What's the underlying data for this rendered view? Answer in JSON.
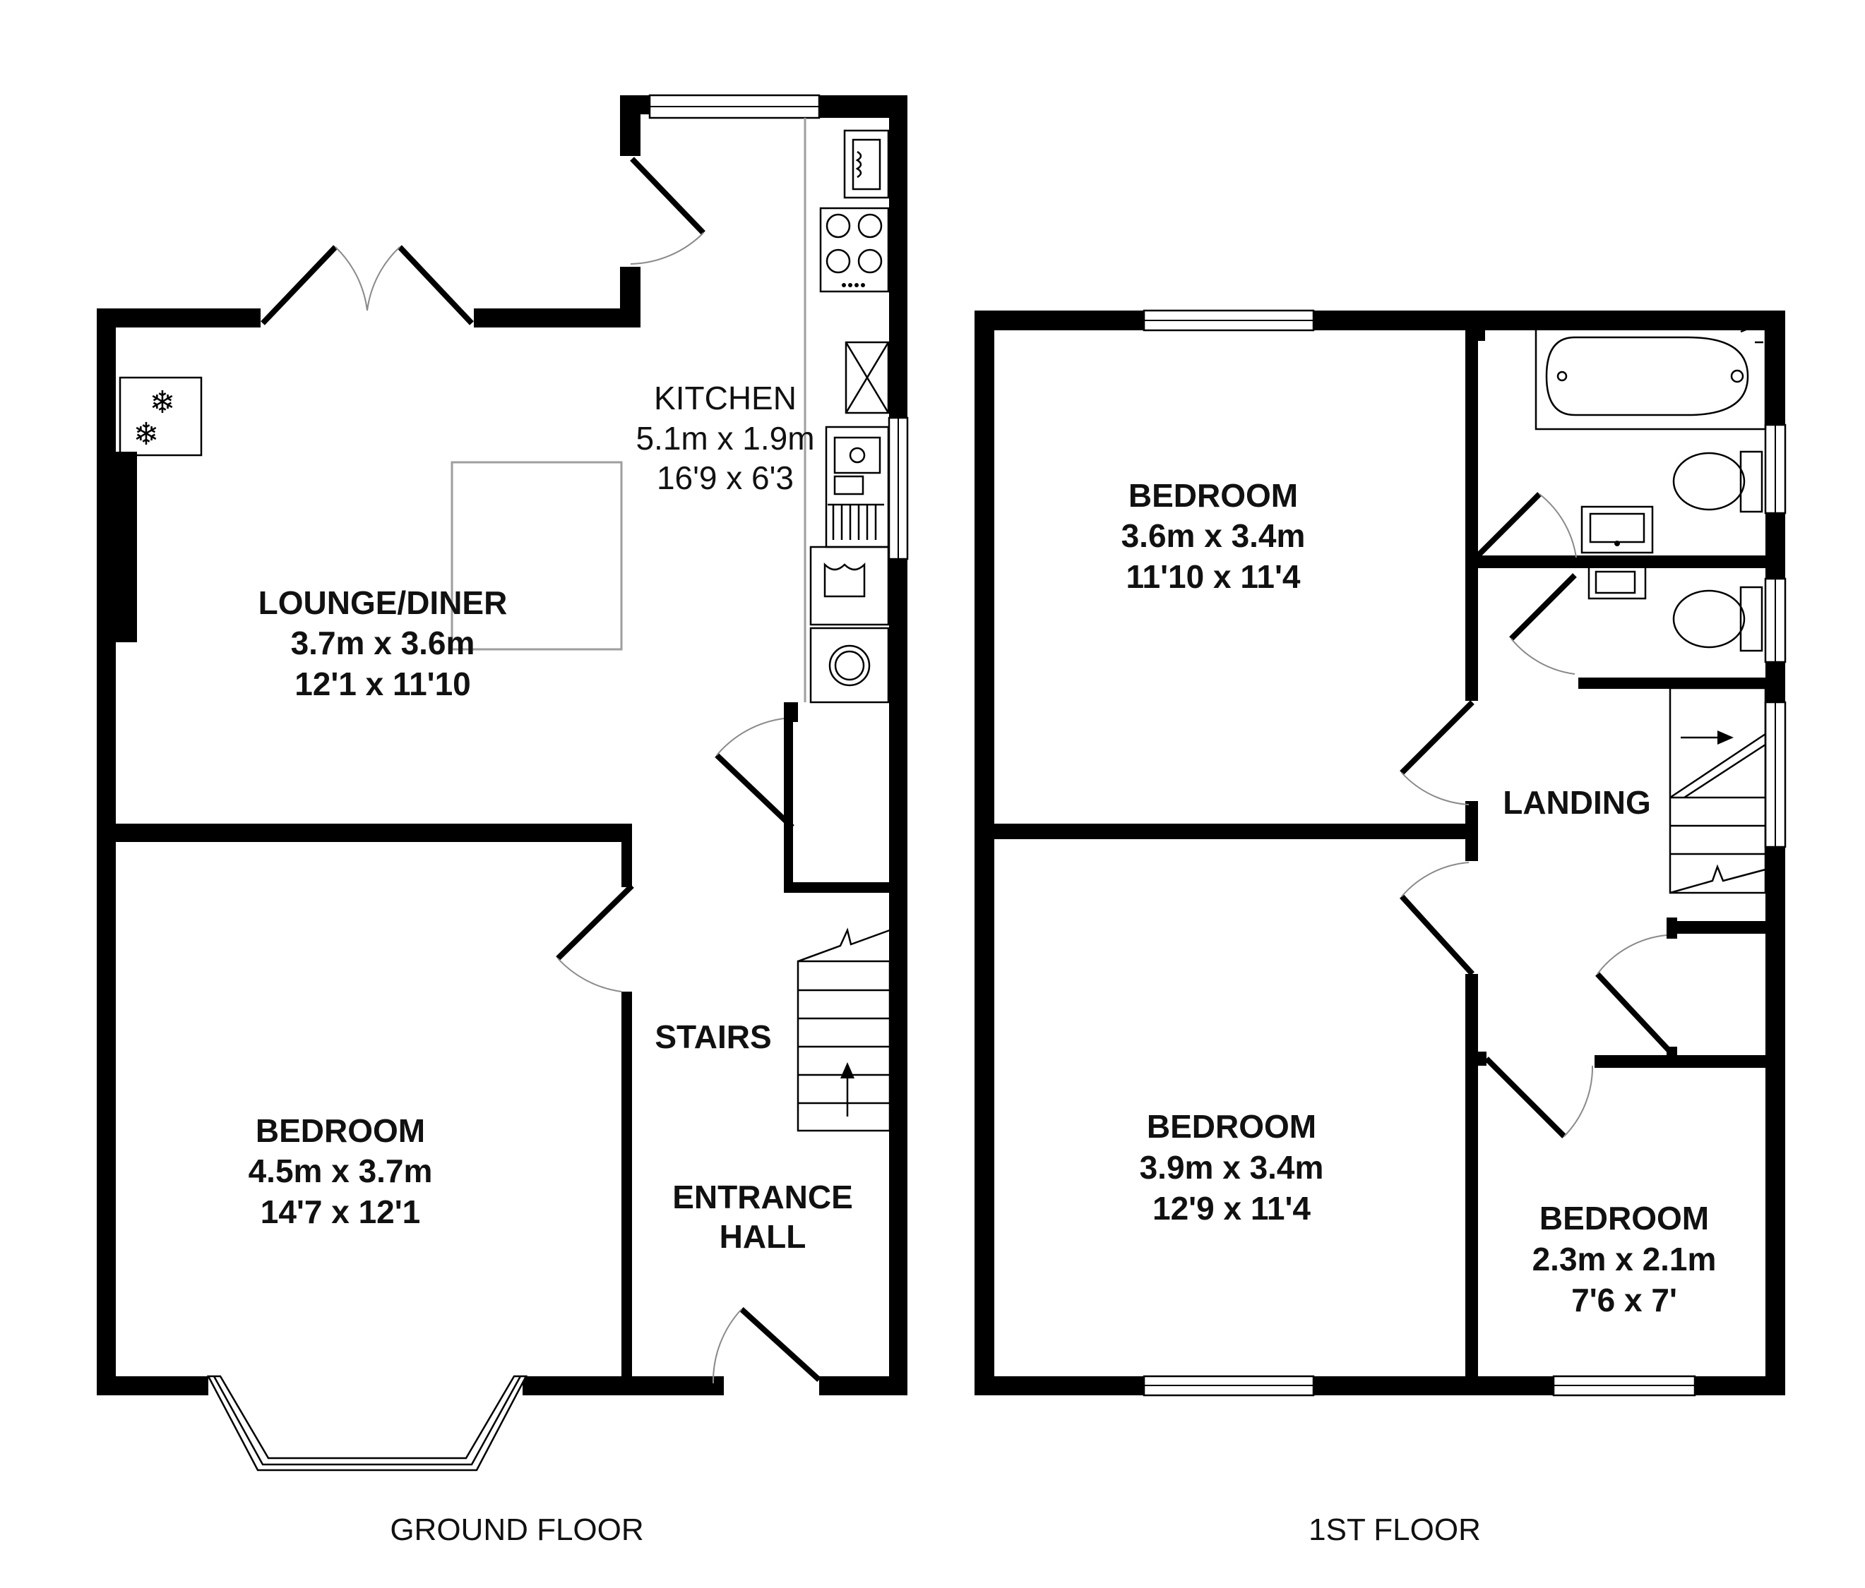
{
  "ground_floor": {
    "title": "GROUND FLOOR",
    "kitchen": {
      "name": "KITCHEN",
      "metric": "5.1m x 1.9m",
      "imperial": "16'9 x 6'3"
    },
    "lounge": {
      "name": "LOUNGE/DINER",
      "metric": "3.7m x 3.6m",
      "imperial": "12'1 x 11'10"
    },
    "bedroom": {
      "name": "BEDROOM",
      "metric": "4.5m x 3.7m",
      "imperial": "14'7 x 12'1"
    },
    "stairs": {
      "name": "STAIRS"
    },
    "hall": {
      "name_line1": "ENTRANCE",
      "name_line2": "HALL"
    }
  },
  "first_floor": {
    "title": "1ST FLOOR",
    "bedroom_top": {
      "name": "BEDROOM",
      "metric": "3.6m x 3.4m",
      "imperial": "11'10 x 11'4"
    },
    "bedroom_bottom": {
      "name": "BEDROOM",
      "metric": "3.9m x 3.4m",
      "imperial": "12'9 x 11'4"
    },
    "bedroom_small": {
      "name": "BEDROOM",
      "metric": "2.3m x 2.1m",
      "imperial": "7'6 x 7'"
    },
    "landing": {
      "name": "LANDING"
    }
  }
}
